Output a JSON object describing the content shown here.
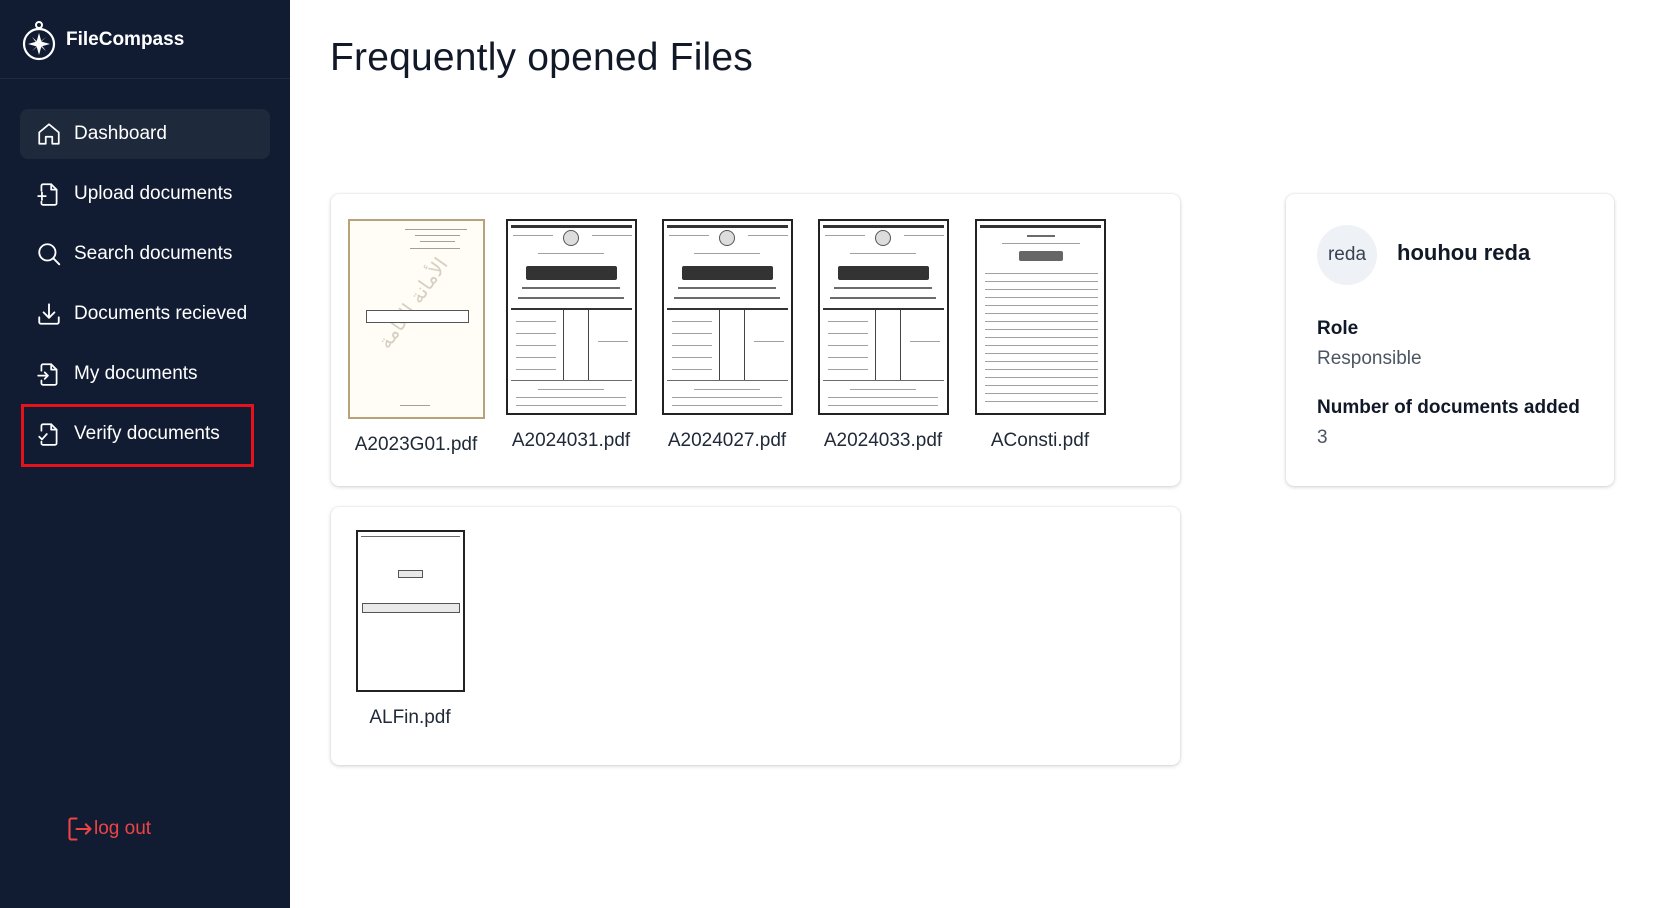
{
  "brand": {
    "name": "FileCompass",
    "logo_icon": "compass-icon"
  },
  "sidebar": {
    "items": [
      {
        "label": "Dashboard",
        "icon": "home-icon",
        "active": true
      },
      {
        "label": "Upload documents",
        "icon": "file-plus-icon",
        "active": false
      },
      {
        "label": "Search documents",
        "icon": "search-icon",
        "active": false
      },
      {
        "label": "Documents recieved",
        "icon": "download-icon",
        "active": false
      },
      {
        "label": "My documents",
        "icon": "file-import-icon",
        "active": false
      },
      {
        "label": "Verify documents",
        "icon": "file-check-icon",
        "active": false,
        "highlighted": true
      }
    ],
    "logout": {
      "label": "log out",
      "icon": "logout-icon",
      "color": "#ef4444"
    }
  },
  "main": {
    "title": "Frequently opened Files",
    "files": [
      {
        "name": "A2023G01.pdf"
      },
      {
        "name": "A2024031.pdf"
      },
      {
        "name": "A2024027.pdf"
      },
      {
        "name": "A2024033.pdf"
      },
      {
        "name": "AConsti.pdf"
      },
      {
        "name": "ALFin.pdf"
      }
    ]
  },
  "profile": {
    "avatar_text": "reda",
    "name": "houhou reda",
    "role_label": "Role",
    "role_value": "Responsible",
    "docs_label": "Number of documents added",
    "docs_value": "3"
  },
  "colors": {
    "sidebar_bg": "#111c33",
    "active_item_bg": "#1e293b",
    "highlight_border": "#e3121b",
    "logout": "#ef4444"
  }
}
